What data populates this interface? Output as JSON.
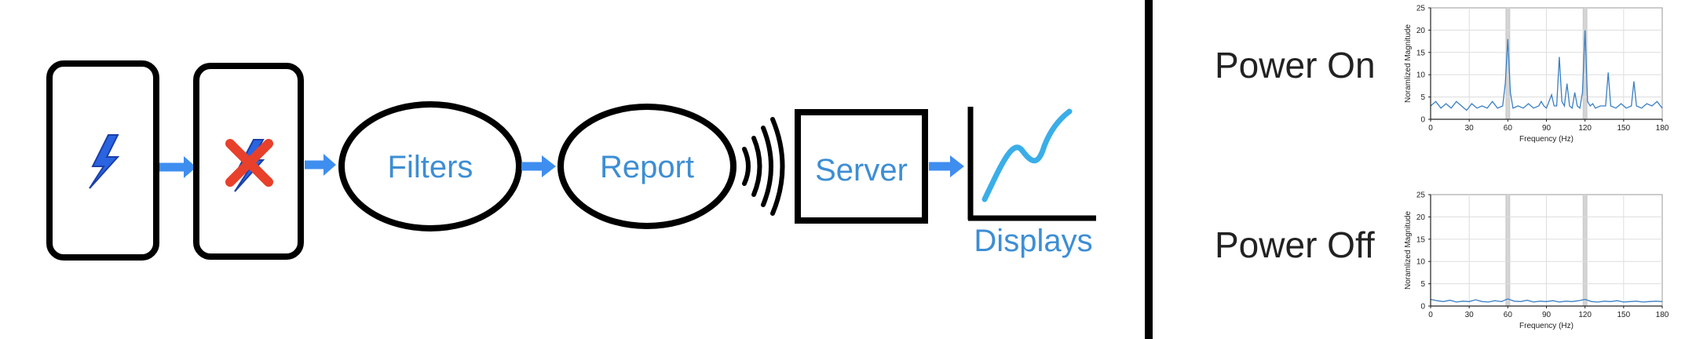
{
  "diagram": {
    "nodes": {
      "filters": "Filters",
      "report": "Report",
      "server": "Server",
      "displays": "Displays"
    },
    "icons": [
      "lightning-bolt-icon",
      "crossed-out-lightning-icon",
      "wireless-signal-icon",
      "line-graph-icon"
    ],
    "colors": {
      "accent": "#3d8ed4",
      "arrow": "#3e8ef0",
      "bolt": "#2a64e0",
      "cross": "#e8402a",
      "outline": "#000000"
    }
  },
  "panel": {
    "power_on_label": "Power On",
    "power_off_label": "Power Off"
  },
  "chart_data": [
    {
      "type": "line",
      "xlabel": "Frequency (Hz)",
      "ylabel": "Noramlized Magnitude",
      "xlim": [
        0,
        180
      ],
      "ylim": [
        0,
        25
      ],
      "xticks": [
        0,
        30,
        60,
        90,
        120,
        150,
        180
      ],
      "yticks": [
        0,
        5,
        10,
        15,
        20,
        25
      ],
      "grid": true,
      "highlight_bands_x": [
        60,
        120
      ],
      "line_color": "#3a7fc4",
      "x": [
        0,
        4,
        8,
        12,
        16,
        20,
        24,
        28,
        32,
        36,
        40,
        44,
        48,
        52,
        56,
        58,
        60,
        62,
        64,
        68,
        72,
        76,
        80,
        84,
        86,
        88,
        90,
        94,
        96,
        98,
        100,
        102,
        104,
        106,
        108,
        110,
        112,
        114,
        116,
        118,
        120,
        122,
        124,
        126,
        128,
        132,
        136,
        138,
        140,
        144,
        148,
        152,
        156,
        158,
        160,
        164,
        168,
        172,
        176,
        180
      ],
      "y": [
        3,
        4,
        2.5,
        3.5,
        2.5,
        4,
        3,
        2,
        3.5,
        2.5,
        3,
        2.5,
        4,
        2.5,
        3,
        8,
        18,
        6,
        2.5,
        3,
        2.5,
        3.5,
        2.5,
        3,
        4,
        3,
        2.5,
        5.5,
        3,
        3,
        14,
        4,
        3,
        8,
        3,
        2.5,
        6,
        3,
        2.5,
        6,
        20,
        4,
        3,
        3.5,
        2.5,
        3,
        3,
        10.5,
        3,
        2.5,
        3.5,
        2.5,
        3,
        8.5,
        3,
        2.5,
        3.5,
        3,
        4,
        2.5
      ]
    },
    {
      "type": "line",
      "xlabel": "Frequency (Hz)",
      "ylabel": "Noramlized Magnitude",
      "xlim": [
        0,
        180
      ],
      "ylim": [
        0,
        25
      ],
      "xticks": [
        0,
        30,
        60,
        90,
        120,
        150,
        180
      ],
      "yticks": [
        0,
        5,
        10,
        15,
        20,
        25
      ],
      "grid": true,
      "highlight_bands_x": [
        60,
        120
      ],
      "line_color": "#3a7fc4",
      "x": [
        0,
        5,
        10,
        15,
        20,
        25,
        30,
        35,
        40,
        45,
        50,
        55,
        60,
        65,
        70,
        75,
        80,
        85,
        90,
        95,
        100,
        105,
        110,
        115,
        120,
        125,
        130,
        135,
        140,
        145,
        150,
        155,
        160,
        165,
        170,
        175,
        180
      ],
      "y": [
        1.5,
        1.2,
        1.0,
        1.3,
        0.9,
        1.1,
        1.0,
        1.4,
        1.0,
        0.9,
        1.2,
        1.0,
        1.6,
        1.1,
        1.0,
        1.3,
        0.9,
        1.1,
        1.0,
        1.2,
        0.9,
        1.1,
        1.0,
        1.2,
        1.5,
        1.0,
        0.9,
        1.1,
        1.0,
        1.2,
        0.9,
        1.0,
        1.1,
        0.9,
        1.0,
        1.1,
        1.0
      ]
    }
  ]
}
